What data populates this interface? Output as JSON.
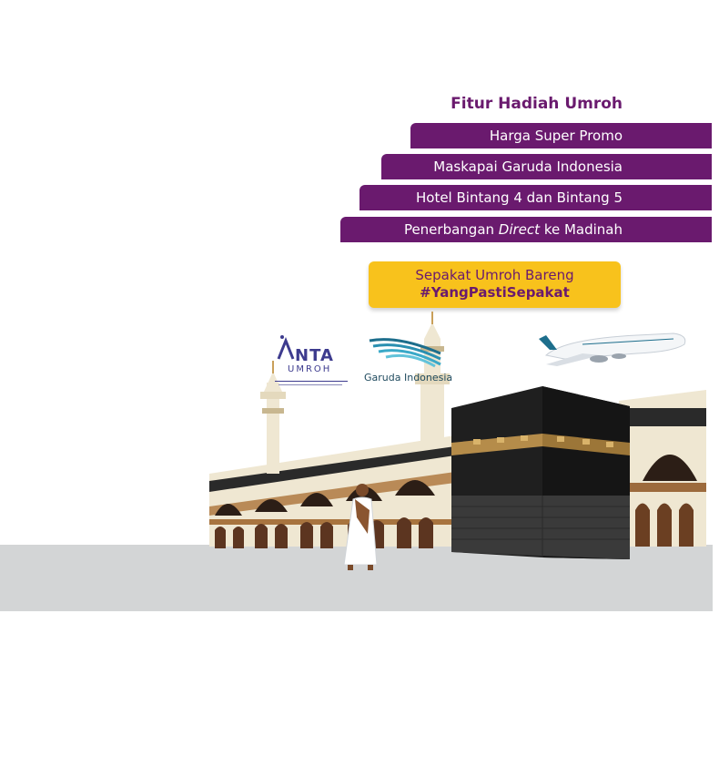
{
  "features": {
    "title": "Fitur Hadiah Umroh",
    "items": [
      {
        "text": "Harga Super Promo"
      },
      {
        "text": "Maskapai Garuda Indonesia"
      },
      {
        "text": "Hotel Bintang 4 dan Bintang 5"
      },
      {
        "prefix": "Penerbangan ",
        "emph": "Direct",
        "suffix": " ke Madinah"
      }
    ]
  },
  "cta": {
    "line1": "Sepakat Umroh Bareng",
    "line2": "#YangPastiSepakat"
  },
  "logos": {
    "anta_name": "NTA",
    "anta_sub": "UMROH",
    "garuda_name": "Garuda Indonesia"
  },
  "colors": {
    "brand_purple": "#6a1a6e",
    "cta_yellow": "#f8c21c",
    "ground": "#d3d5d6",
    "kaaba_black": "#1c1c1c",
    "kaaba_gold": "#b58c4a"
  }
}
